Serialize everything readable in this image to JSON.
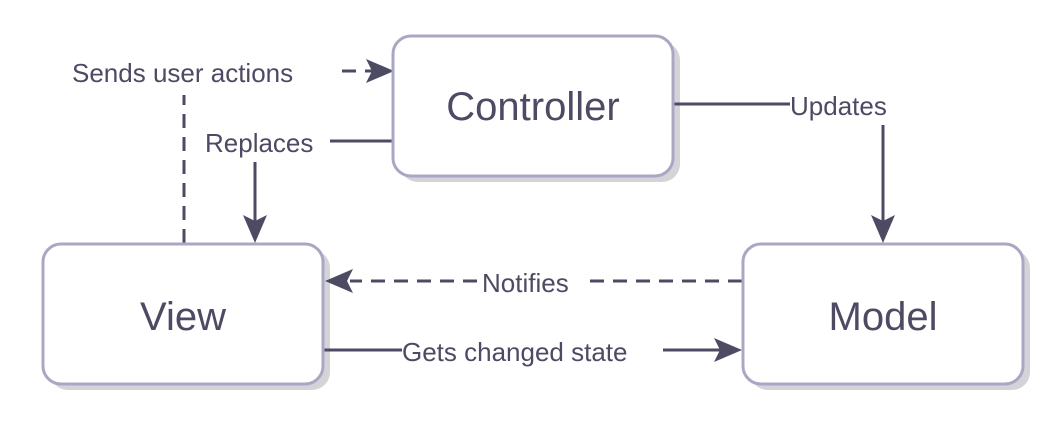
{
  "nodes": {
    "controller": "Controller",
    "view": "View",
    "model": "Model"
  },
  "edges": {
    "sends_user_actions": "Sends user actions",
    "replaces": "Replaces",
    "updates": "Updates",
    "notifies": "Notifies",
    "gets_changed_state": "Gets changed state"
  },
  "colors": {
    "node_border": "#a9a8c4",
    "ink": "#4d4a63",
    "shadow": "#d3d3d8"
  }
}
